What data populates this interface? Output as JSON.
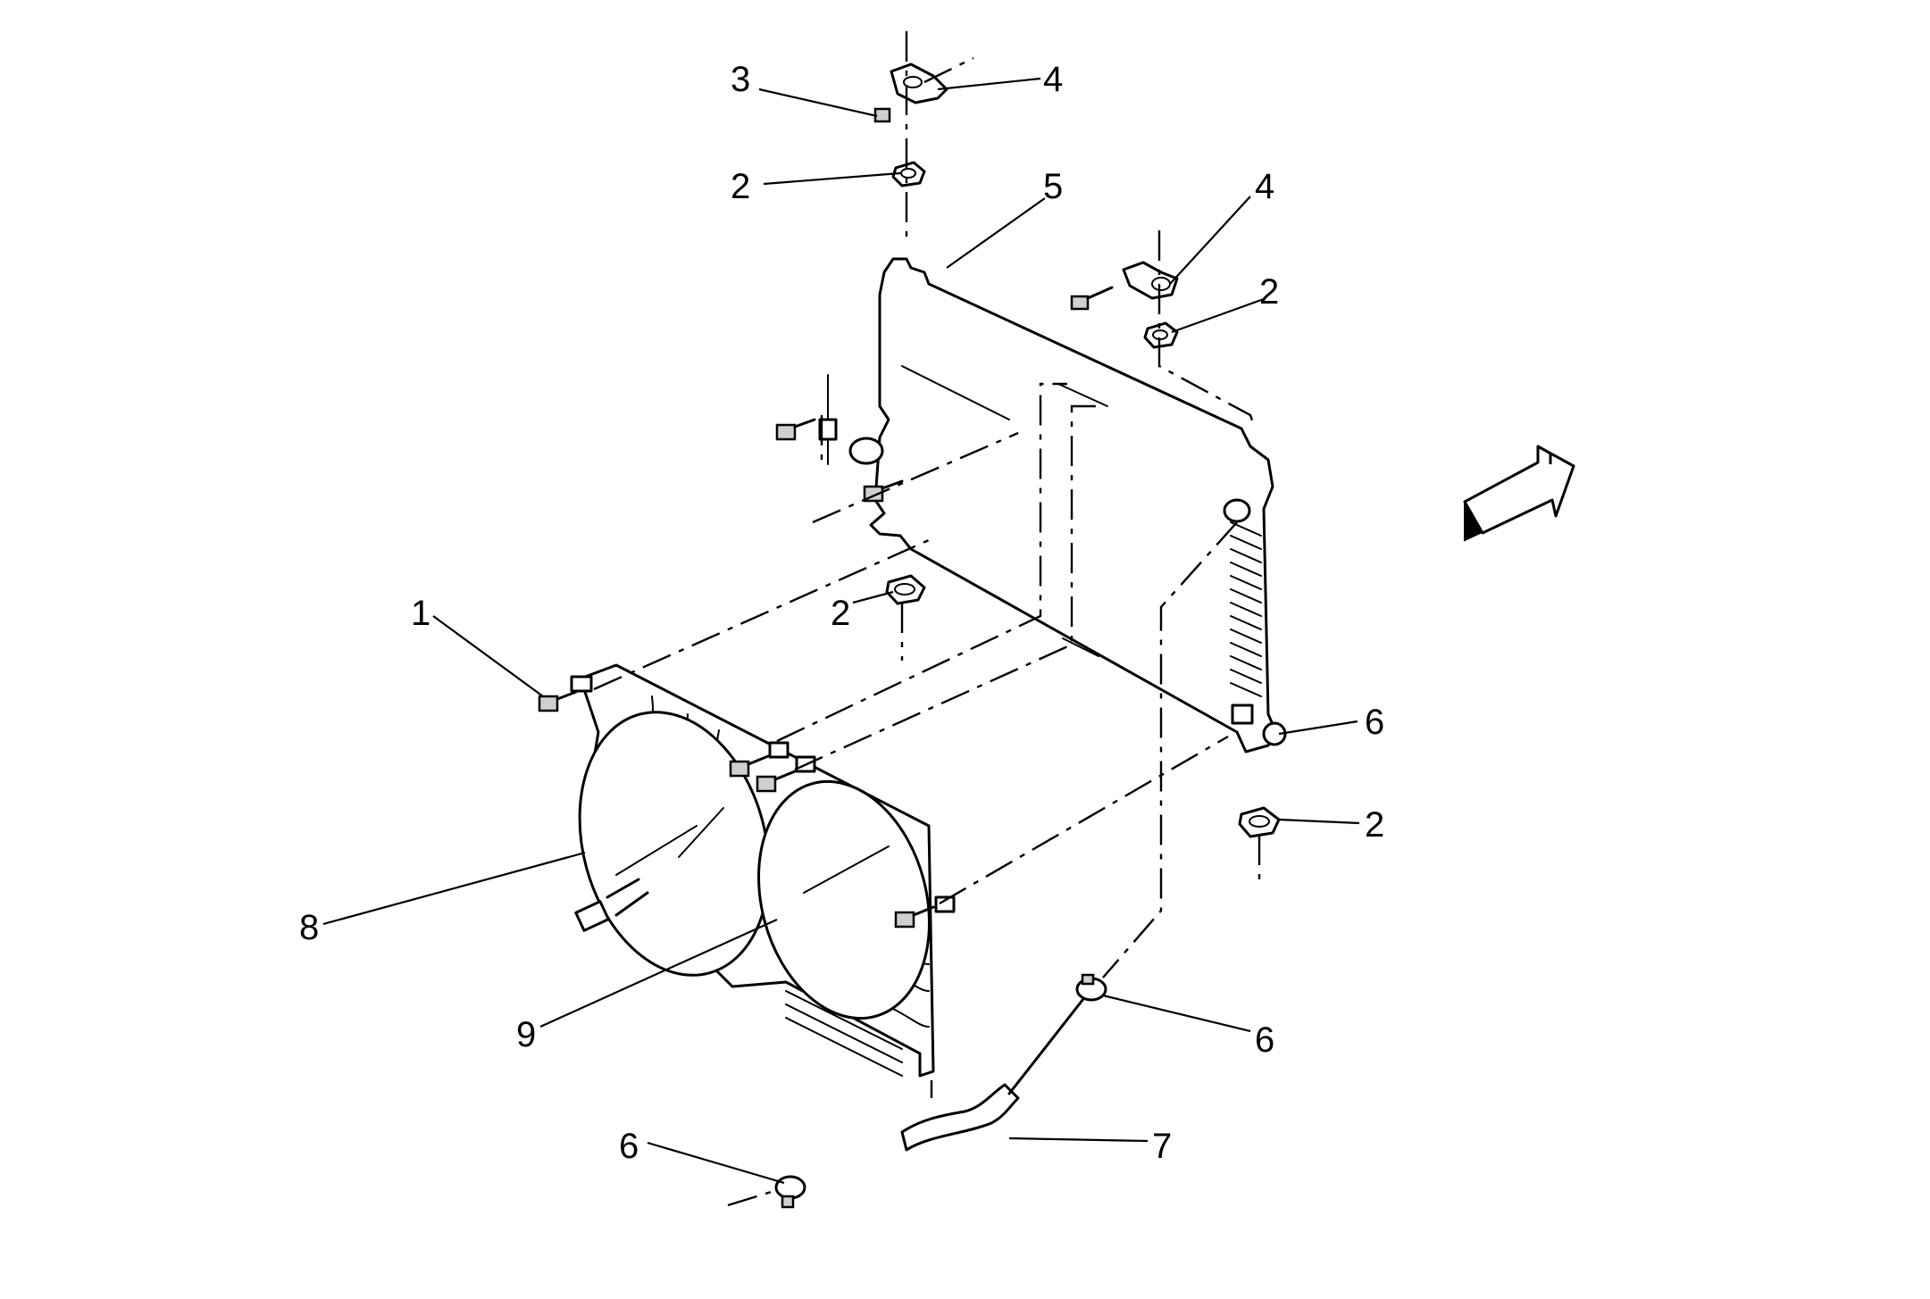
{
  "callouts": [
    {
      "id": "c1",
      "text": "1"
    },
    {
      "id": "c2a",
      "text": "2"
    },
    {
      "id": "c2b",
      "text": "2"
    },
    {
      "id": "c2c",
      "text": "2"
    },
    {
      "id": "c2d",
      "text": "2"
    },
    {
      "id": "c3",
      "text": "3"
    },
    {
      "id": "c4a",
      "text": "4"
    },
    {
      "id": "c4b",
      "text": "4"
    },
    {
      "id": "c5",
      "text": "5"
    },
    {
      "id": "c6a",
      "text": "6"
    },
    {
      "id": "c6b",
      "text": "6"
    },
    {
      "id": "c6c",
      "text": "6"
    },
    {
      "id": "c7",
      "text": "7"
    },
    {
      "id": "c8",
      "text": "8"
    },
    {
      "id": "c9",
      "text": "9"
    }
  ]
}
